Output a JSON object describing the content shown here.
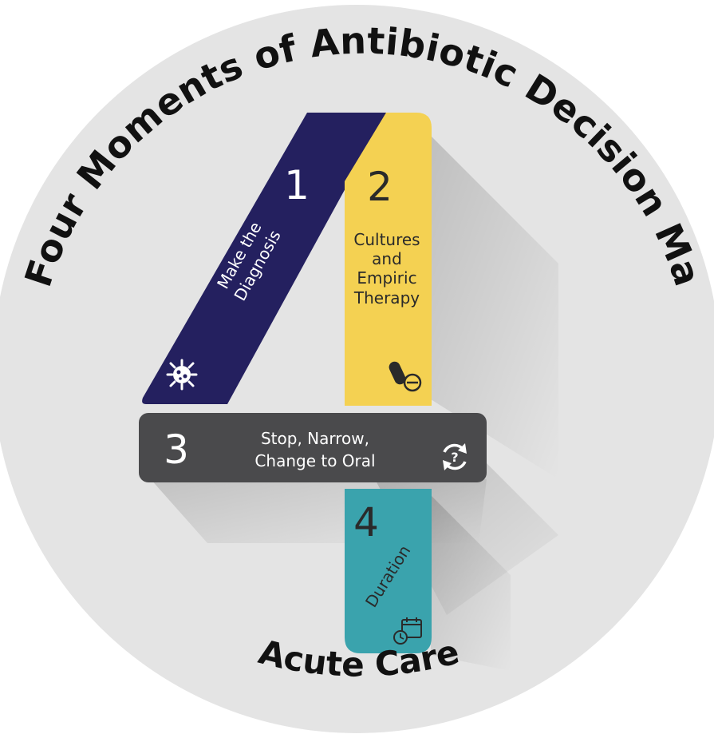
{
  "title": "The Four Moments of Antibiotic Decision Making",
  "subtitle": "Acute Care",
  "colors": {
    "background_disc": "#e4e4e4",
    "moment1": "#24205f",
    "moment2": "#f4d152",
    "moment3": "#4a4a4c",
    "moment4": "#3aa3ad",
    "title_text": "#111111",
    "dark_label": "#2a2a2a",
    "light_label": "#ffffff"
  },
  "moments": [
    {
      "number": "1",
      "label_lines": [
        "Make the",
        "Diagnosis"
      ],
      "icon": "bacteria-icon"
    },
    {
      "number": "2",
      "label_lines": [
        "Cultures",
        "and",
        "Empiric",
        "Therapy"
      ],
      "icon": "pill-prohibited-icon"
    },
    {
      "number": "3",
      "label_lines": [
        "Stop, Narrow,",
        "Change to Oral"
      ],
      "icon": "refresh-question-icon"
    },
    {
      "number": "4",
      "label_lines": [
        "Duration"
      ],
      "icon": "calendar-clock-icon"
    }
  ]
}
